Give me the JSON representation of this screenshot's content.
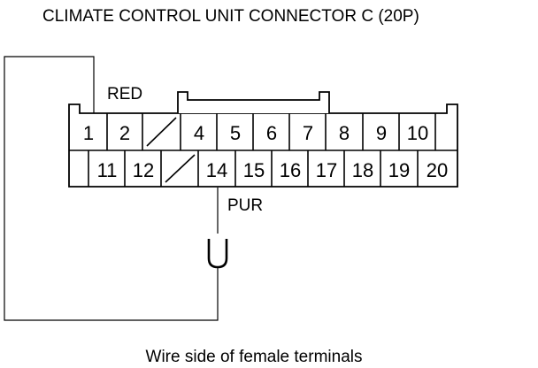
{
  "title": "CLIMATE CONTROL UNIT CONNECTOR C (20P)",
  "caption": "Wire side of female terminals",
  "wires": {
    "top": {
      "color_label": "RED",
      "pin": "1"
    },
    "bottom": {
      "color_label": "PUR",
      "pin": "14"
    }
  },
  "connector": {
    "top_row": [
      "1",
      "2",
      "",
      "4",
      "5",
      "6",
      "7",
      "8",
      "9",
      "10"
    ],
    "bottom_row": [
      "11",
      "12",
      "",
      "14",
      "15",
      "16",
      "17",
      "18",
      "19",
      "20"
    ],
    "empty_cavities": [
      "3",
      "13"
    ]
  },
  "symbols": {
    "meter": "U"
  }
}
